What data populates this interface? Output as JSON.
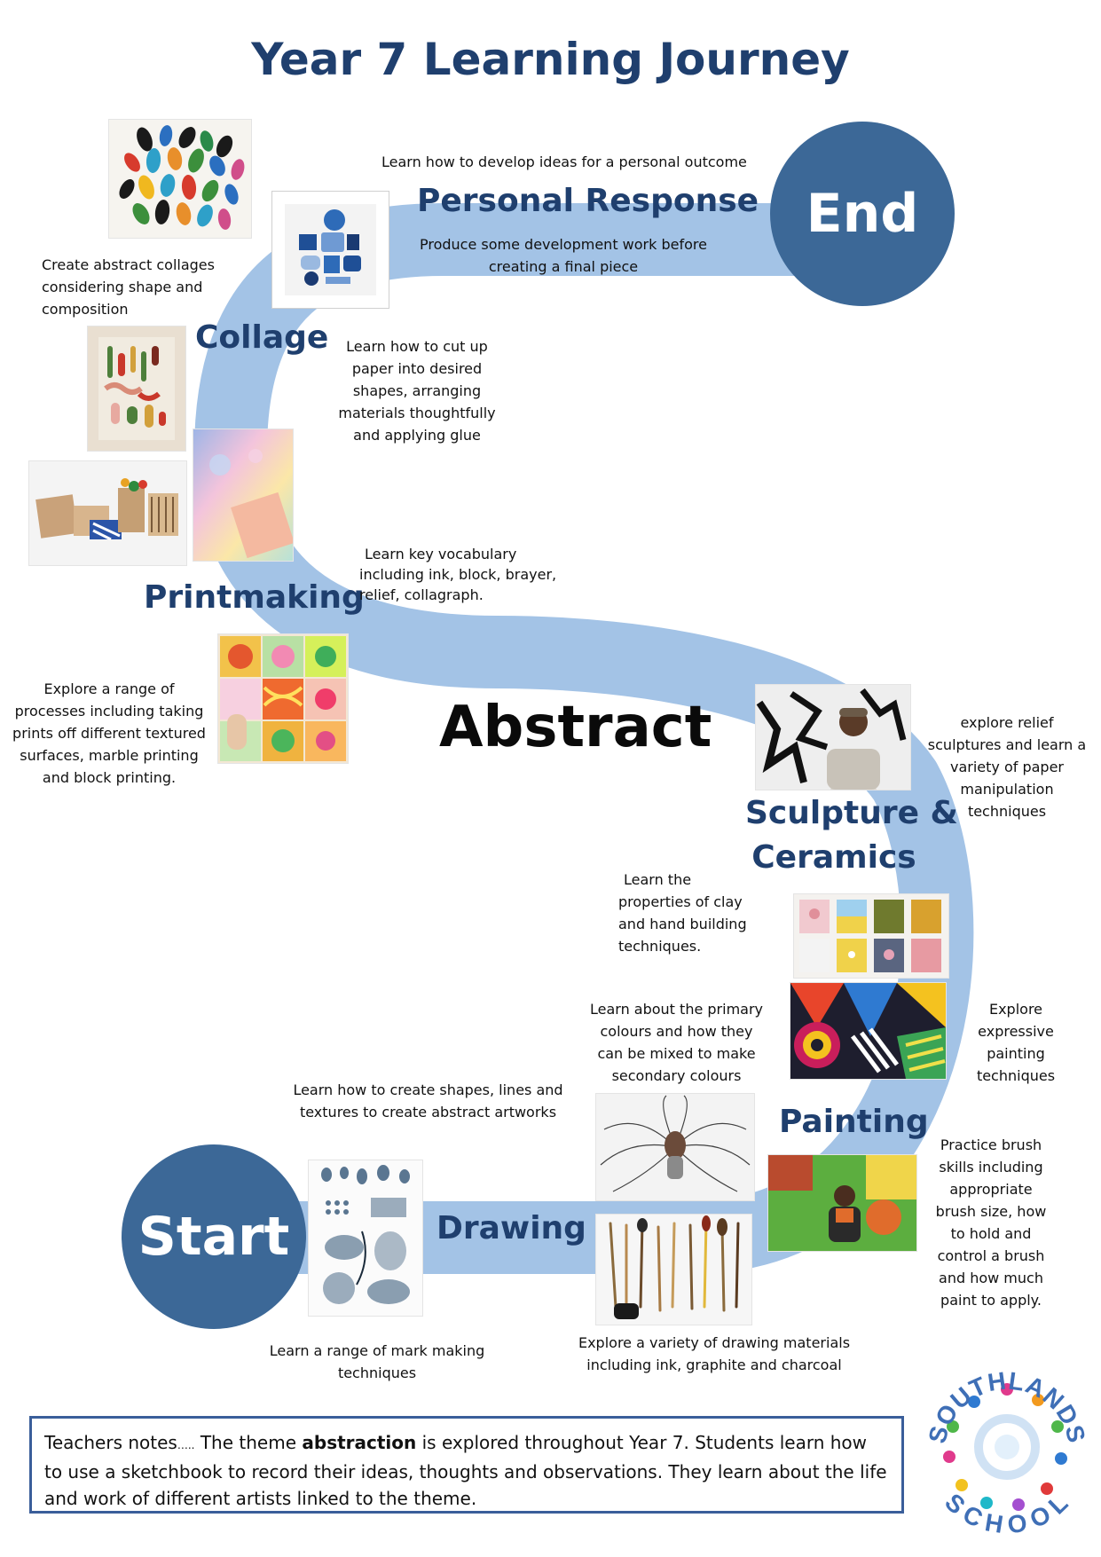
{
  "title": "Year 7 Learning Journey",
  "theme": "Abstract",
  "start_label": "Start",
  "end_label": "End",
  "stages": {
    "drawing": "Drawing",
    "painting": "Painting",
    "sculpture_line1": "Sculpture &",
    "sculpture_line2": "Ceramics",
    "printmaking": "Printmaking",
    "collage": "Collage",
    "personal_response": "Personal Response"
  },
  "notes": {
    "personal_top": "Learn how to develop ideas for a personal outcome",
    "personal_bottom_1": "Produce some development work before",
    "personal_bottom_2": "creating a final piece",
    "collage_left_1": "Create abstract collages",
    "collage_left_2": "considering shape and",
    "collage_left_3": "composition",
    "collage_right_1": "Learn how to cut up",
    "collage_right_2": "paper into desired",
    "collage_right_3": "shapes, arranging",
    "collage_right_4": "materials thoughtfully",
    "collage_right_5": "and applying glue",
    "print_right_1": "Learn key vocabulary",
    "print_right_2": "including ink, block, brayer,",
    "print_right_3": "relief, collagraph.",
    "print_left_1": "Explore a range of",
    "print_left_2": "processes including taking",
    "print_left_3": "prints off different textured",
    "print_left_4": "surfaces, marble printing",
    "print_left_5": "and block printing.",
    "sculpt_right_1": "explore relief",
    "sculpt_right_2": "sculptures and learn a",
    "sculpt_right_3": "variety of paper",
    "sculpt_right_4": "manipulation",
    "sculpt_right_5": "techniques",
    "clay_1": "Learn the",
    "clay_2": "properties of clay",
    "clay_3": "and hand building",
    "clay_4": "techniques.",
    "paint_right_1": "Explore",
    "paint_right_2": "expressive",
    "paint_right_3": "painting",
    "paint_right_4": "techniques",
    "colour_1": "Learn about the primary",
    "colour_2": "colours and how they",
    "colour_3": "can be mixed to make",
    "colour_4": "secondary colours",
    "brush_1": "Practice brush",
    "brush_2": "skills including",
    "brush_3": "appropriate",
    "brush_4": "brush size, how",
    "brush_5": "to hold and",
    "brush_6": "control a brush",
    "brush_7": "and how much",
    "brush_8": "paint to apply.",
    "shapes_1": "Learn how to create shapes, lines and",
    "shapes_2": "textures to create abstract artworks",
    "mark_1": "Learn a range of mark making",
    "mark_2": "techniques",
    "materials_1": "Explore a variety of drawing materials",
    "materials_2": "including ink, graphite and charcoal"
  },
  "teachers_notes": {
    "lead": "Teachers notes",
    "dots": "…..",
    "part1": " The theme ",
    "bold": "abstraction",
    "part2": " is explored throughout Year 7. Students learn how to use a sketchbook to record their ideas, thoughts and observations. They learn about the life and work of different artists linked to the theme."
  },
  "logo": {
    "top_text": "SOUTHLANDS",
    "bottom_text": "SCHOOL"
  },
  "colors": {
    "path": "#a3c3e6",
    "circle": "#3c6897",
    "heading": "#1f3f6e",
    "box_border": "#3a5e9a"
  }
}
